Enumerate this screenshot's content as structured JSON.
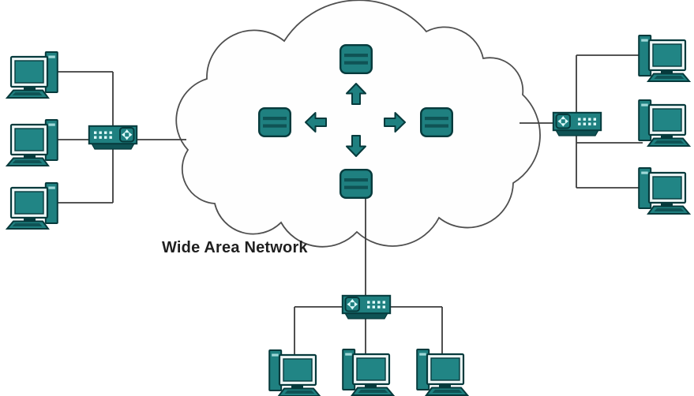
{
  "diagram": {
    "wan_label": "Wide Area Network",
    "type": "network-topology",
    "cloud": {
      "label": "Wide Area Network",
      "router_count": 4,
      "routers": [
        "top",
        "left",
        "right",
        "bottom"
      ],
      "flow_arrows": [
        "up",
        "left",
        "right",
        "down"
      ]
    },
    "lans": [
      {
        "id": "lan-left",
        "position": "left",
        "switch_count": 1,
        "workstation_count": 3
      },
      {
        "id": "lan-right",
        "position": "right",
        "switch_count": 1,
        "workstation_count": 3
      },
      {
        "id": "lan-bottom",
        "position": "bottom",
        "switch_count": 1,
        "workstation_count": 3
      }
    ]
  },
  "colors": {
    "teal": "#1f8080",
    "teal_deep": "#0f5355",
    "ink": "#063a3c",
    "screen": "#218585",
    "frame_light": "#edf6f6",
    "port_white": "#dffbfb",
    "mint": "#9fd8d8",
    "line": "#3d3d3d",
    "cloud_stroke": "#4f4f4f",
    "canvas": "#ffffff",
    "label_color": "#1f1f1f"
  }
}
